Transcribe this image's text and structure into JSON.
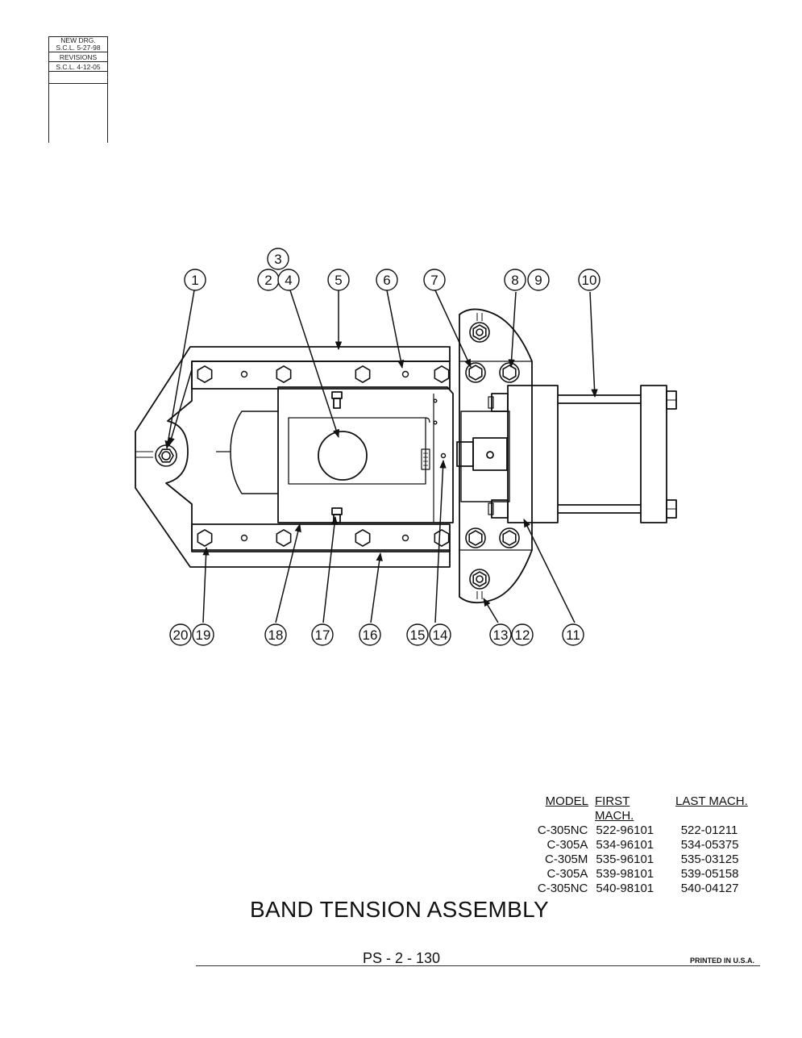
{
  "revision_block": {
    "line1": "NEW DRG.",
    "line2": "S.C.L. 5-27-98",
    "line3": "REVISIONS",
    "line4": "S.C.L. 4-12-05"
  },
  "callouts": [
    "1",
    "2",
    "3",
    "4",
    "5",
    "6",
    "7",
    "8",
    "9",
    "10",
    "11",
    "12",
    "13",
    "14",
    "15",
    "16",
    "17",
    "18",
    "19",
    "20"
  ],
  "model_table": {
    "headers": [
      "MODEL",
      "FIRST MACH.",
      "LAST MACH."
    ],
    "rows": [
      [
        "C-305NC",
        "522-96101",
        "522-01211"
      ],
      [
        "C-305A",
        "534-96101",
        "534-05375"
      ],
      [
        "C-305M",
        "535-96101",
        "535-03125"
      ],
      [
        "C-305A",
        "539-98101",
        "539-05158"
      ],
      [
        "C-305NC",
        "540-98101",
        "540-04127"
      ]
    ]
  },
  "title": "BAND TENSION ASSEMBLY",
  "page_number": "PS - 2 - 130",
  "printed": "PRINTED IN U.S.A."
}
